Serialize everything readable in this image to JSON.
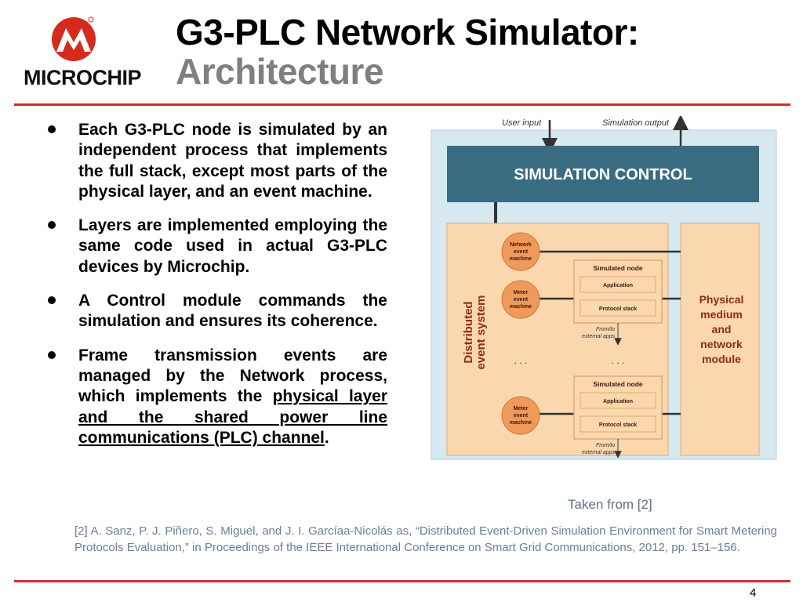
{
  "logo": {
    "wordmark": "MICROCHIP",
    "colors": {
      "brand_red": "#d52b1e",
      "text": "#111111"
    }
  },
  "title": {
    "line1": "G3-PLC Network Simulator:",
    "line2": "Architecture"
  },
  "bullets": [
    {
      "text": "Each G3-PLC node is simulated by an independent process that implements the full stack, except most parts of the physical layer, and an event machine."
    },
    {
      "text": "Layers are implemented employing the same code used in actual G3-PLC devices by Microchip."
    },
    {
      "text": "A Control module commands the simulation and ensures its coherence."
    },
    {
      "text_before": "Frame transmission events are managed by the Network process, which implements the ",
      "text_underlined": "physical layer and the shared power line communications (PLC) channel",
      "text_after": "."
    }
  ],
  "diagram": {
    "user_input": "User input",
    "simulation_output": "Simulation output",
    "simulation_control": "SIMULATION CONTROL",
    "distributed_line1": "Distributed",
    "distributed_line2": "event system",
    "network_event_machine": [
      "Network",
      "event",
      "machine"
    ],
    "meter_event_machine": [
      "Meter",
      "event",
      "machine"
    ],
    "simulated_node": "Simulated node",
    "application": "Application",
    "protocol_stack": "Protocol stack",
    "from_to": "From/to",
    "external_apps": "external apps",
    "ellipsis": ". . .",
    "physical_module": [
      "Physical",
      "medium",
      "and",
      "network",
      "module"
    ],
    "colors": {
      "panel_bg": "#d6e9f0",
      "control": "#3a6d82",
      "box_fill": "#fbd7ad",
      "box_stroke": "#e3a875",
      "circle": "#ef9a5a",
      "text_dark": "#8b2e12"
    }
  },
  "caption": "Taken from [2]",
  "reference": "[2] A. Sanz, P. J. Piñero, S. Miguel, and J. I. Garcíaa-Nicolás as, “Distributed Event-Driven Simulation Environment for Smart Metering Protocols Evaluation,” in Proceedings of the IEEE International Conference on Smart Grid Communications, 2012, pp. 151–156.",
  "page_number": "4",
  "rule_color": "#d0302a"
}
